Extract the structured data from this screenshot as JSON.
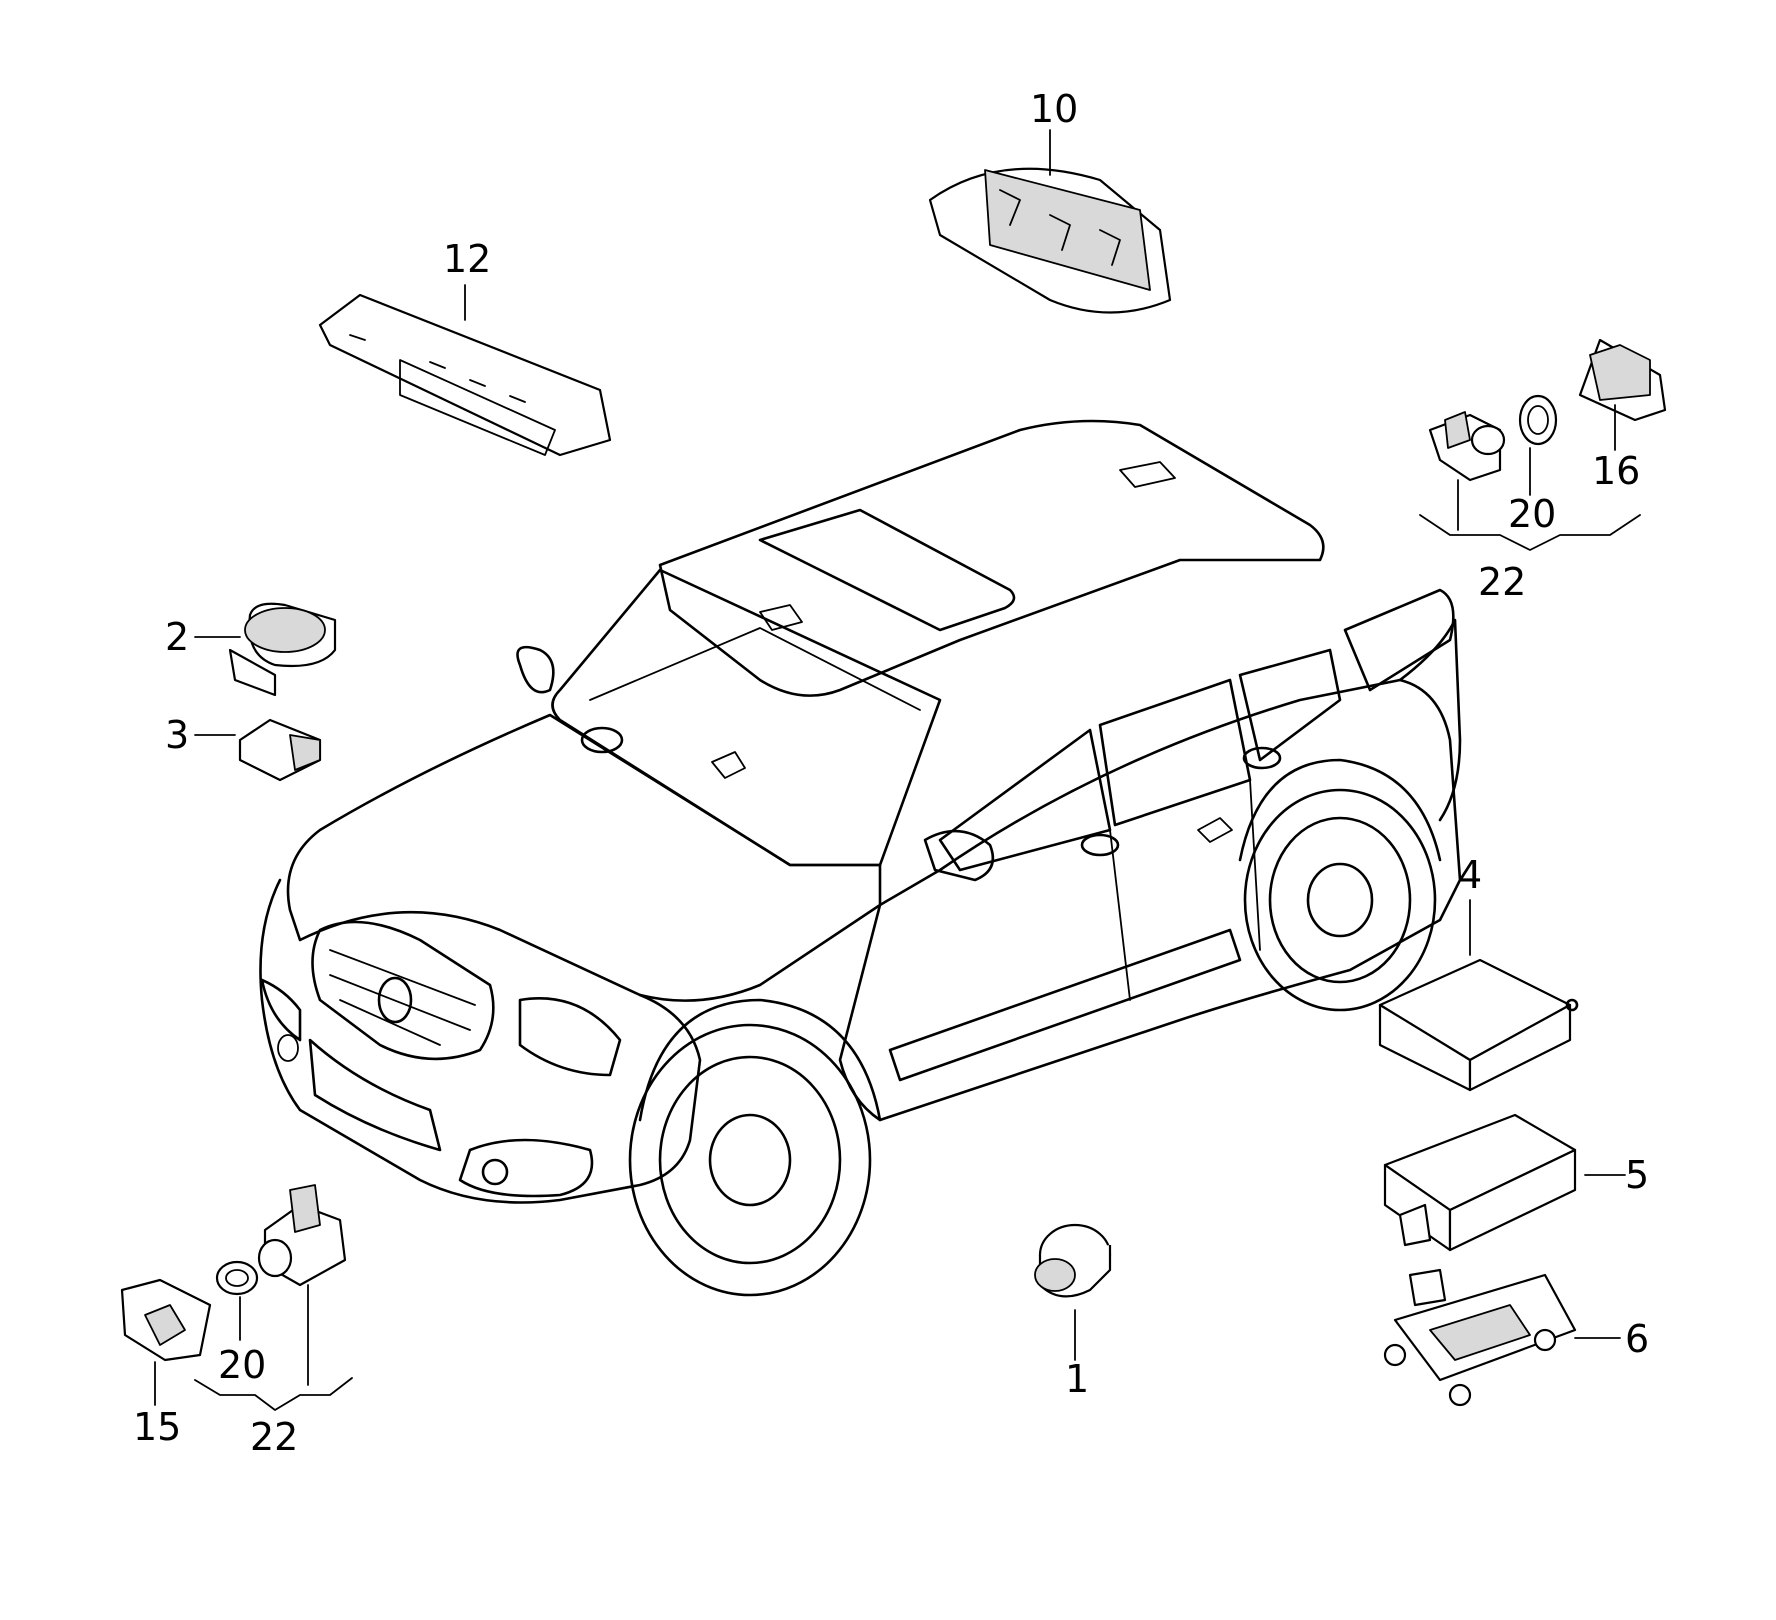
{
  "callouts": [
    {
      "id": "c1",
      "text": "1",
      "part": "cylinder sensor"
    },
    {
      "id": "c2",
      "text": "2",
      "part": "round speaker/buzzer"
    },
    {
      "id": "c3",
      "text": "3",
      "part": "connector"
    },
    {
      "id": "c4",
      "text": "4",
      "part": "control unit"
    },
    {
      "id": "c5",
      "text": "5",
      "part": "control unit box"
    },
    {
      "id": "c6",
      "text": "6",
      "part": "mounting bracket"
    },
    {
      "id": "c10",
      "text": "10",
      "part": "interior light housing"
    },
    {
      "id": "c12",
      "text": "12",
      "part": "roof trim strip"
    },
    {
      "id": "c15",
      "text": "15",
      "part": "front bracket"
    },
    {
      "id": "c16",
      "text": "16",
      "part": "rear bracket"
    },
    {
      "id": "c20a",
      "text": "20",
      "part": "seal ring rear"
    },
    {
      "id": "c20b",
      "text": "20",
      "part": "seal ring front"
    },
    {
      "id": "c22a",
      "text": "22",
      "part": "sensor kit rear"
    },
    {
      "id": "c22b",
      "text": "22",
      "part": "sensor kit front"
    }
  ]
}
